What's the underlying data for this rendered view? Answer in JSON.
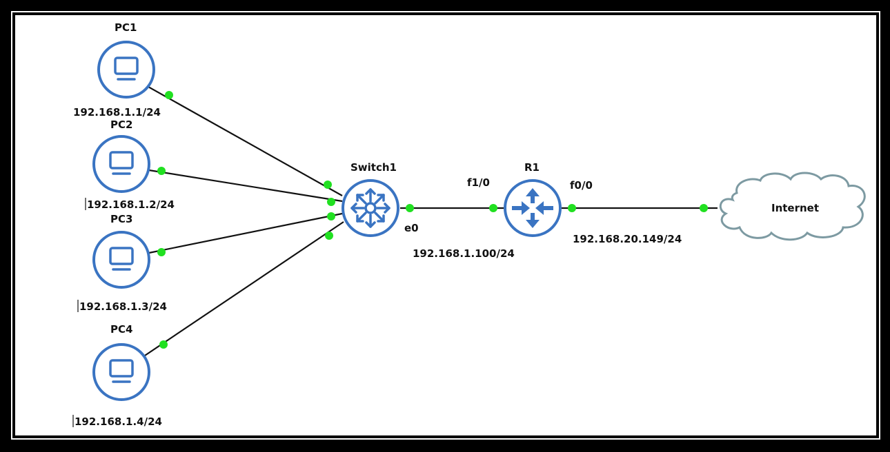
{
  "colors": {
    "frame": "#000000",
    "background": "#ffffff",
    "node_blue": "#3a74c2",
    "port_green": "#21e021",
    "link": "#111111",
    "cloud_stroke": "#7d9aa2",
    "cloud_fill": "#ffffff"
  },
  "nodes": {
    "pc1": {
      "name": "PC1",
      "ip": "192.168.1.1/24",
      "icon": "computer-icon"
    },
    "pc2": {
      "name": "PC2",
      "ip": "192.168.1.2/24",
      "icon": "computer-icon"
    },
    "pc3": {
      "name": "PC3",
      "ip": "192.168.1.3/24",
      "icon": "computer-icon"
    },
    "pc4": {
      "name": "PC4",
      "ip": "192.168.1.4/24",
      "icon": "computer-icon"
    },
    "switch1": {
      "name": "Switch1",
      "icon": "switch-icon"
    },
    "r1": {
      "name": "R1",
      "icon": "router-icon"
    },
    "internet": {
      "name": "Internet",
      "icon": "cloud-icon"
    }
  },
  "interfaces": {
    "switch_uplink": {
      "name": "e0",
      "ip": "192.168.1.100/24"
    },
    "r1_lan": {
      "name": "f1/0"
    },
    "r1_wan": {
      "name": "f0/0",
      "ip": "192.168.20.149/24"
    }
  },
  "links": [
    {
      "from": "PC1",
      "to": "Switch1"
    },
    {
      "from": "PC2",
      "to": "Switch1"
    },
    {
      "from": "PC3",
      "to": "Switch1"
    },
    {
      "from": "PC4",
      "to": "Switch1"
    },
    {
      "from": "Switch1",
      "to": "R1"
    },
    {
      "from": "R1",
      "to": "Internet"
    }
  ]
}
